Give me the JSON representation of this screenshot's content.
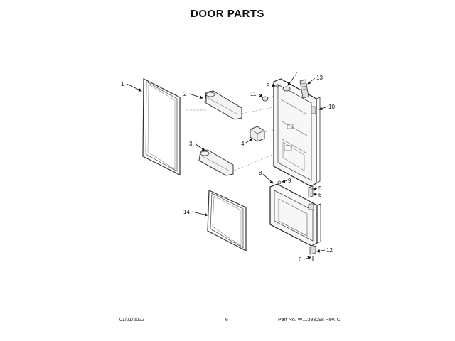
{
  "page": {
    "title": "DOOR PARTS",
    "footer": {
      "date": "01/21/2022",
      "page_number": "6",
      "part_info": "Part No.  W11393098  Rev.  C"
    }
  },
  "callouts": {
    "c1": "1",
    "c2": "2",
    "c3": "3",
    "c4": "4",
    "c5": "5",
    "c6a": "6",
    "c6b": "6",
    "c7": "7",
    "c8": "8",
    "c9a": "9",
    "c9b": "9",
    "c10": "10",
    "c11": "11",
    "c12": "12",
    "c13": "13",
    "c14": "14"
  }
}
